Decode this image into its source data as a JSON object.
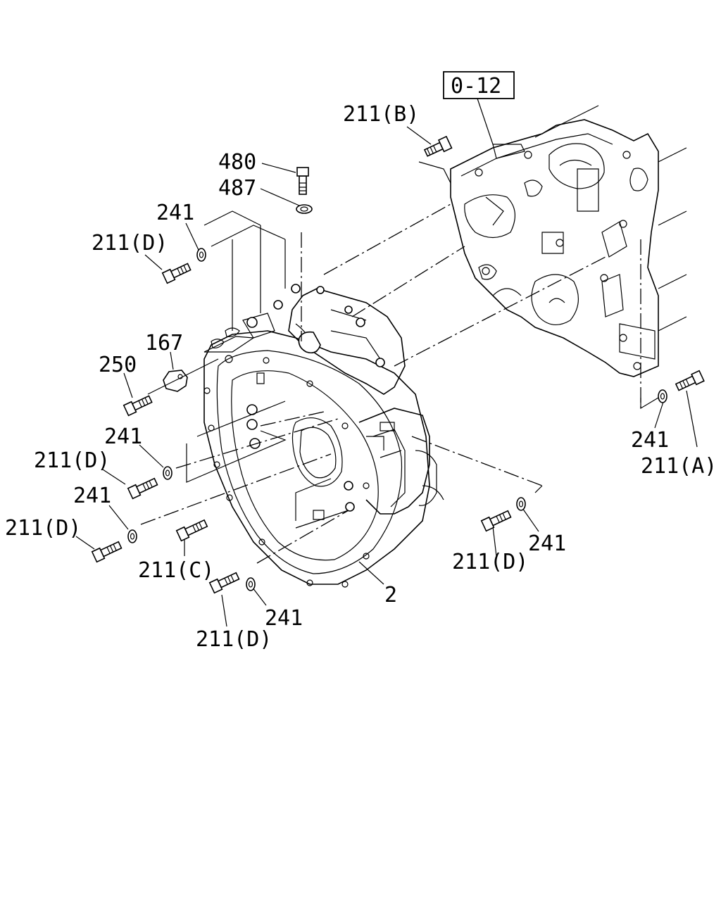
{
  "labels": {
    "ref_box": "0-12",
    "bolt_b": "211(B)",
    "bolt_480": "480",
    "washer_487": "487",
    "washer_241_top": "241",
    "bolt_d_top": "211(D)",
    "cover_167": "167",
    "bolt_250": "250",
    "washer_241_mid": "241",
    "bolt_d_mid": "211(D)",
    "washer_241_low": "241",
    "bolt_d_low": "211(D)",
    "bolt_c": "211(C)",
    "washer_241_bottom": "241",
    "bolt_d_bottom": "211(D)",
    "housing_2": "2",
    "washer_241_right_low": "241",
    "bolt_d_right_low": "211(D)",
    "washer_241_right": "241",
    "bolt_a": "211(A)"
  }
}
